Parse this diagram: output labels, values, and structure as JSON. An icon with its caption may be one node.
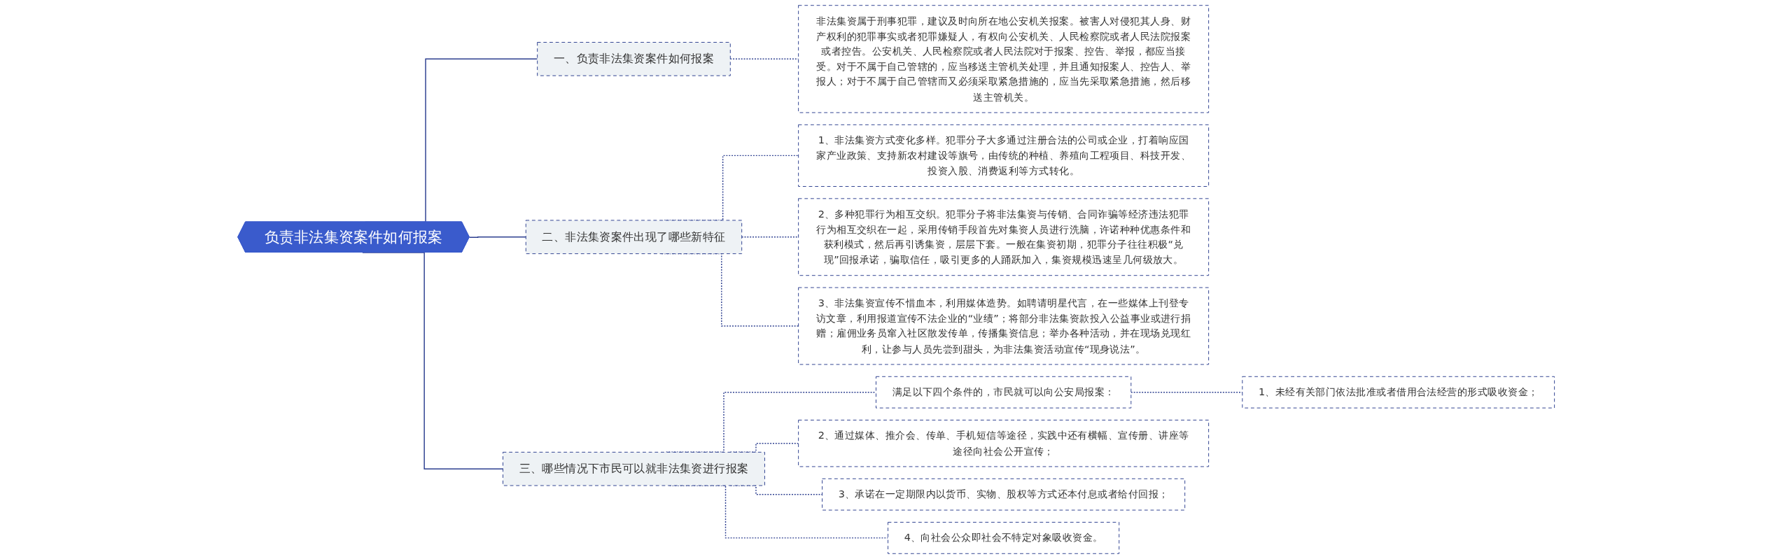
{
  "diagram": {
    "nodes": [
      {
        "text": [
          "负责非法集资案件如何报案"
        ]
      },
      {
        "text": [
          "一、负责非法集资案件如何报案"
        ]
      },
      {
        "text": [
          "非法集资属于刑事犯罪，建议及时向所在地公安机关报案。被害人对侵犯其人身、财产权利的犯罪事实或者犯罪嫌疑人，有权向公安机关、人民检察院或者人民法院报案或者控告。公安机关、人民检察院或者人民法院对于报案、控告、举报，都应当接受。对于不属于自己管辖的，应当移送主管机关处理，并且通知报案人、控告人、举报人；对于不属于自己管辖而又必须采取紧急措施的，应当先采取紧急措施，然后移送主管机关。"
        ]
      },
      {
        "text": [
          "二、非法集资案件出现了哪些新特征"
        ]
      },
      {
        "text": [
          "1、非法集资方式变化多样。犯罪分子大多通过注册合法的公司或企业，打着响应国家产业政策、支持新农村建设等旗号，由传统的种植、养殖向工程项目、科技开发、投资入股、消费返利等方式转化。"
        ]
      },
      {
        "text": [
          "2、多种犯罪行为相互交织。犯罪分子将非法集资与传销、合同诈骗等经济违法犯罪行为相互交织在一起，采用传销手段首先对集资人员进行洗脑，许诺种种优惠条件和获利模式，然后再引诱集资，层层下套。一般在集资初期，犯罪分子往往积极“兑现”回报承诺，骗取信任，吸引更多的人踊跃加入，集资规模迅速呈几何级放大。"
        ]
      },
      {
        "text": [
          "3、非法集资宣传不惜血本，利用媒体造势。如聘请明星代言，在一些媒体上刊登专访文章，利用报道宣传不法企业的“业绩”；将部分非法集资款投入公益事业或进行捐赠；雇佣业务员窜入社区散发传单，传播集资信息；举办各种活动，并在现场兑现红利，让参与人员先尝到甜头，为非法集资活动宣传“现身说法”。"
        ]
      },
      {
        "text": [
          "三、哪些情况下市民可以就非法集资进行报案"
        ]
      },
      {
        "text": [
          "满足以下四个条件的，市民就可以向公安局报案："
        ]
      },
      {
        "text": [
          "1、未经有关部门依法批准或者借用合法经营的形式吸收资金；"
        ]
      },
      {
        "text": [
          "2、通过媒体、推介会、传单、手机短信等途径，实践中还有横幅、宣传册、讲座等途径向社会公开宣传；"
        ]
      },
      {
        "text": [
          "3、承诺在一定期限内以货币、实物、股权等方式还本付息或者给付回报；"
        ]
      },
      {
        "text": [
          "4、向社会公众即社会不特定对象吸收资金。"
        ]
      }
    ],
    "edges": [
      {
        "from": 0,
        "to": 1,
        "arrow": "none"
      },
      {
        "from": 1,
        "to": 2,
        "arrow": "none",
        "style": "dashed"
      },
      {
        "from": 0,
        "to": 3,
        "arrow": "none"
      },
      {
        "from": 3,
        "to": 4,
        "arrow": "none",
        "style": "dashed"
      },
      {
        "from": 3,
        "to": 5,
        "arrow": "none",
        "style": "dashed"
      },
      {
        "from": 3,
        "to": 6,
        "arrow": "none",
        "style": "dashed"
      },
      {
        "from": 0,
        "to": 7,
        "arrow": "none"
      },
      {
        "from": 7,
        "to": 8,
        "arrow": "none",
        "style": "dashed"
      },
      {
        "from": 8,
        "to": 9,
        "arrow": "none",
        "style": "dashed"
      },
      {
        "from": 7,
        "to": 10,
        "arrow": "none",
        "style": "dashed"
      },
      {
        "from": 7,
        "to": 11,
        "arrow": "none",
        "style": "dashed"
      },
      {
        "from": 7,
        "to": 12,
        "arrow": "none",
        "style": "dashed"
      }
    ]
  }
}
